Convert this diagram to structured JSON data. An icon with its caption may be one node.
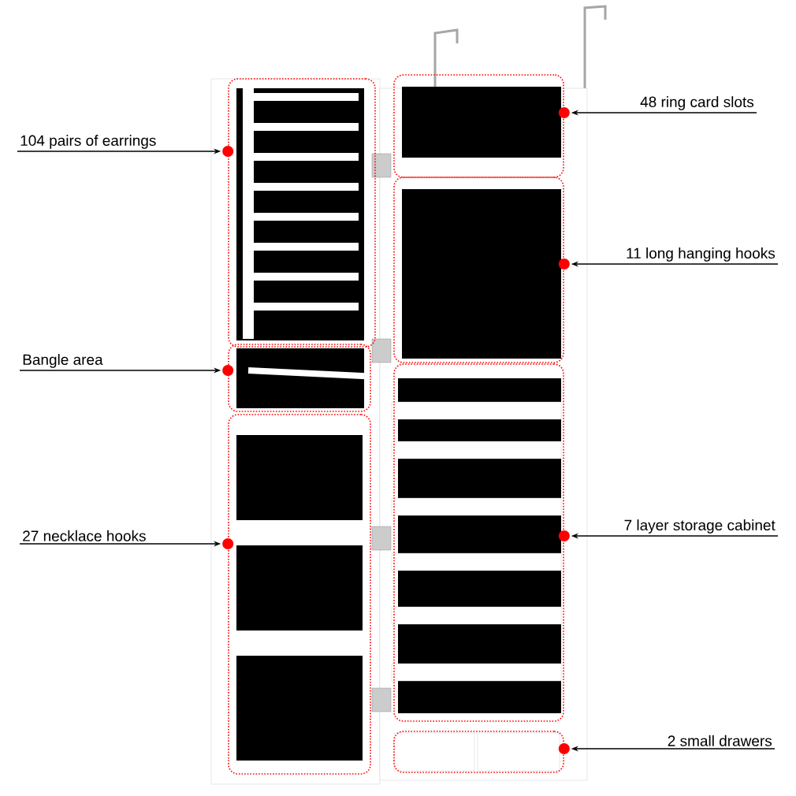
{
  "diagram": {
    "nodes": [
      {
        "text": [
          "48 ring card slots"
        ]
      },
      {
        "text": [],
        "shape": "box"
      },
      {
        "text": [
          "104 pairs of earrings"
        ]
      },
      {
        "text": [],
        "shape": "box"
      },
      {
        "text": [
          "11 long hanging hooks"
        ]
      },
      {
        "text": [],
        "shape": "box"
      },
      {
        "text": [
          "Bangle area"
        ]
      },
      {
        "text": [],
        "shape": "box"
      },
      {
        "text": [
          "7 layer storage cabinet"
        ]
      },
      {
        "text": [],
        "shape": "box"
      },
      {
        "text": [
          "27 necklace hooks"
        ]
      },
      {
        "text": [],
        "shape": "box"
      },
      {
        "text": [
          "2 small drawers"
        ]
      },
      {
        "text": [],
        "shape": "box"
      }
    ],
    "edges": [
      {
        "from": 0,
        "to": 1,
        "arrow": "to"
      },
      {
        "from": 2,
        "to": 3,
        "arrow": "to"
      },
      {
        "from": 4,
        "to": 5,
        "arrow": "to"
      },
      {
        "from": 6,
        "to": 7,
        "arrow": "to"
      },
      {
        "from": 8,
        "to": 9,
        "arrow": "to"
      },
      {
        "from": 10,
        "to": 11,
        "arrow": "to"
      },
      {
        "from": 12,
        "to": 13,
        "arrow": "to"
      }
    ]
  }
}
